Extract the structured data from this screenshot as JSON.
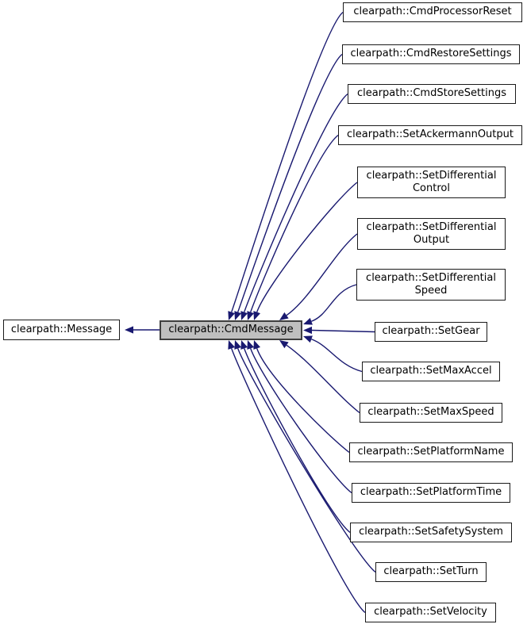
{
  "diagram": {
    "type": "inheritance-graph",
    "colors": {
      "edge": "#191970",
      "node_fill": "#ffffff",
      "node_border": "#1a1a1a",
      "hub_fill": "#bfbfbf",
      "hub_border": "#3f3f3f",
      "text": "#000000",
      "background": "#ffffff"
    },
    "nodes": {
      "base": {
        "label": "clearpath::Message"
      },
      "hub": {
        "label": "clearpath::CmdMessage"
      },
      "derived": [
        {
          "label": "clearpath::CmdProcessorReset"
        },
        {
          "label": "clearpath::CmdRestoreSettings"
        },
        {
          "label": "clearpath::CmdStoreSettings"
        },
        {
          "label": "clearpath::SetAckermannOutput"
        },
        {
          "label": "clearpath::SetDifferential\nControl"
        },
        {
          "label": "clearpath::SetDifferential\nOutput"
        },
        {
          "label": "clearpath::SetDifferential\nSpeed"
        },
        {
          "label": "clearpath::SetGear"
        },
        {
          "label": "clearpath::SetMaxAccel"
        },
        {
          "label": "clearpath::SetMaxSpeed"
        },
        {
          "label": "clearpath::SetPlatformName"
        },
        {
          "label": "clearpath::SetPlatformTime"
        },
        {
          "label": "clearpath::SetSafetySystem"
        },
        {
          "label": "clearpath::SetTurn"
        },
        {
          "label": "clearpath::SetVelocity"
        }
      ]
    },
    "edges": [
      {
        "from": "clearpath::CmdMessage",
        "to": "clearpath::Message"
      },
      {
        "from": "clearpath::CmdProcessorReset",
        "to": "clearpath::CmdMessage"
      },
      {
        "from": "clearpath::CmdRestoreSettings",
        "to": "clearpath::CmdMessage"
      },
      {
        "from": "clearpath::CmdStoreSettings",
        "to": "clearpath::CmdMessage"
      },
      {
        "from": "clearpath::SetAckermannOutput",
        "to": "clearpath::CmdMessage"
      },
      {
        "from": "clearpath::SetDifferentialControl",
        "to": "clearpath::CmdMessage"
      },
      {
        "from": "clearpath::SetDifferentialOutput",
        "to": "clearpath::CmdMessage"
      },
      {
        "from": "clearpath::SetDifferentialSpeed",
        "to": "clearpath::CmdMessage"
      },
      {
        "from": "clearpath::SetGear",
        "to": "clearpath::CmdMessage"
      },
      {
        "from": "clearpath::SetMaxAccel",
        "to": "clearpath::CmdMessage"
      },
      {
        "from": "clearpath::SetMaxSpeed",
        "to": "clearpath::CmdMessage"
      },
      {
        "from": "clearpath::SetPlatformName",
        "to": "clearpath::CmdMessage"
      },
      {
        "from": "clearpath::SetPlatformTime",
        "to": "clearpath::CmdMessage"
      },
      {
        "from": "clearpath::SetSafetySystem",
        "to": "clearpath::CmdMessage"
      },
      {
        "from": "clearpath::SetTurn",
        "to": "clearpath::CmdMessage"
      },
      {
        "from": "clearpath::SetVelocity",
        "to": "clearpath::CmdMessage"
      }
    ]
  }
}
